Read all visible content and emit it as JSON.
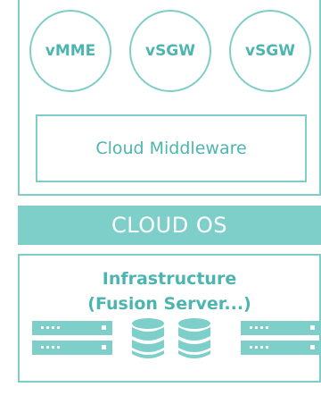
{
  "top_layer": {
    "vnfs": [
      {
        "label": "vMME"
      },
      {
        "label": "vSGW"
      },
      {
        "label": "vSGW"
      }
    ],
    "middleware_label": "Cloud Middleware"
  },
  "cloud_os": {
    "label": "CLOUD OS"
  },
  "infrastructure": {
    "title_line1": "Infrastructure",
    "title_line2": "(Fusion Server...)"
  },
  "colors": {
    "accent": "#7ecfca",
    "text": "#4db5b0",
    "border": "#7fcdc8"
  },
  "icons": [
    "server-icon",
    "database-icon",
    "database-icon",
    "server-icon"
  ]
}
